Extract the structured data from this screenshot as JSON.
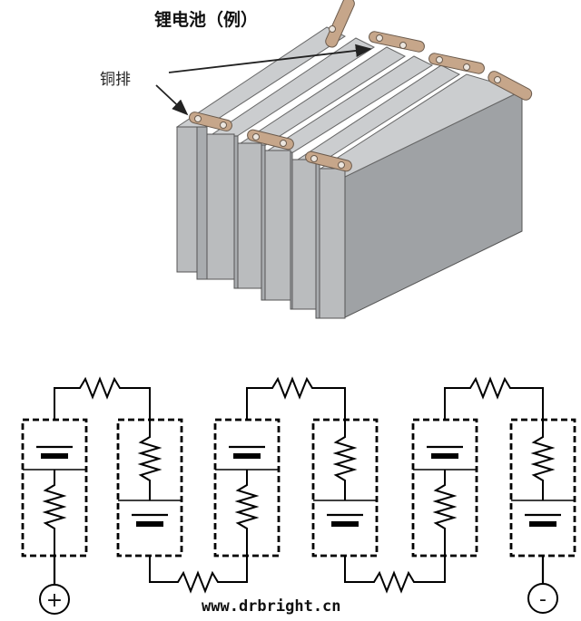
{
  "diagram": {
    "title": "锂电池（例）",
    "busbar_label": "铜排",
    "positive_terminal": "+",
    "negative_terminal": "-",
    "watermark": "www.drbright.cn"
  },
  "colors": {
    "cell_front": "#babcbe",
    "cell_side": "#9fa2a5",
    "cell_top": "#cbcdcf",
    "busbar": "#c6a68a",
    "line": "#000000"
  }
}
